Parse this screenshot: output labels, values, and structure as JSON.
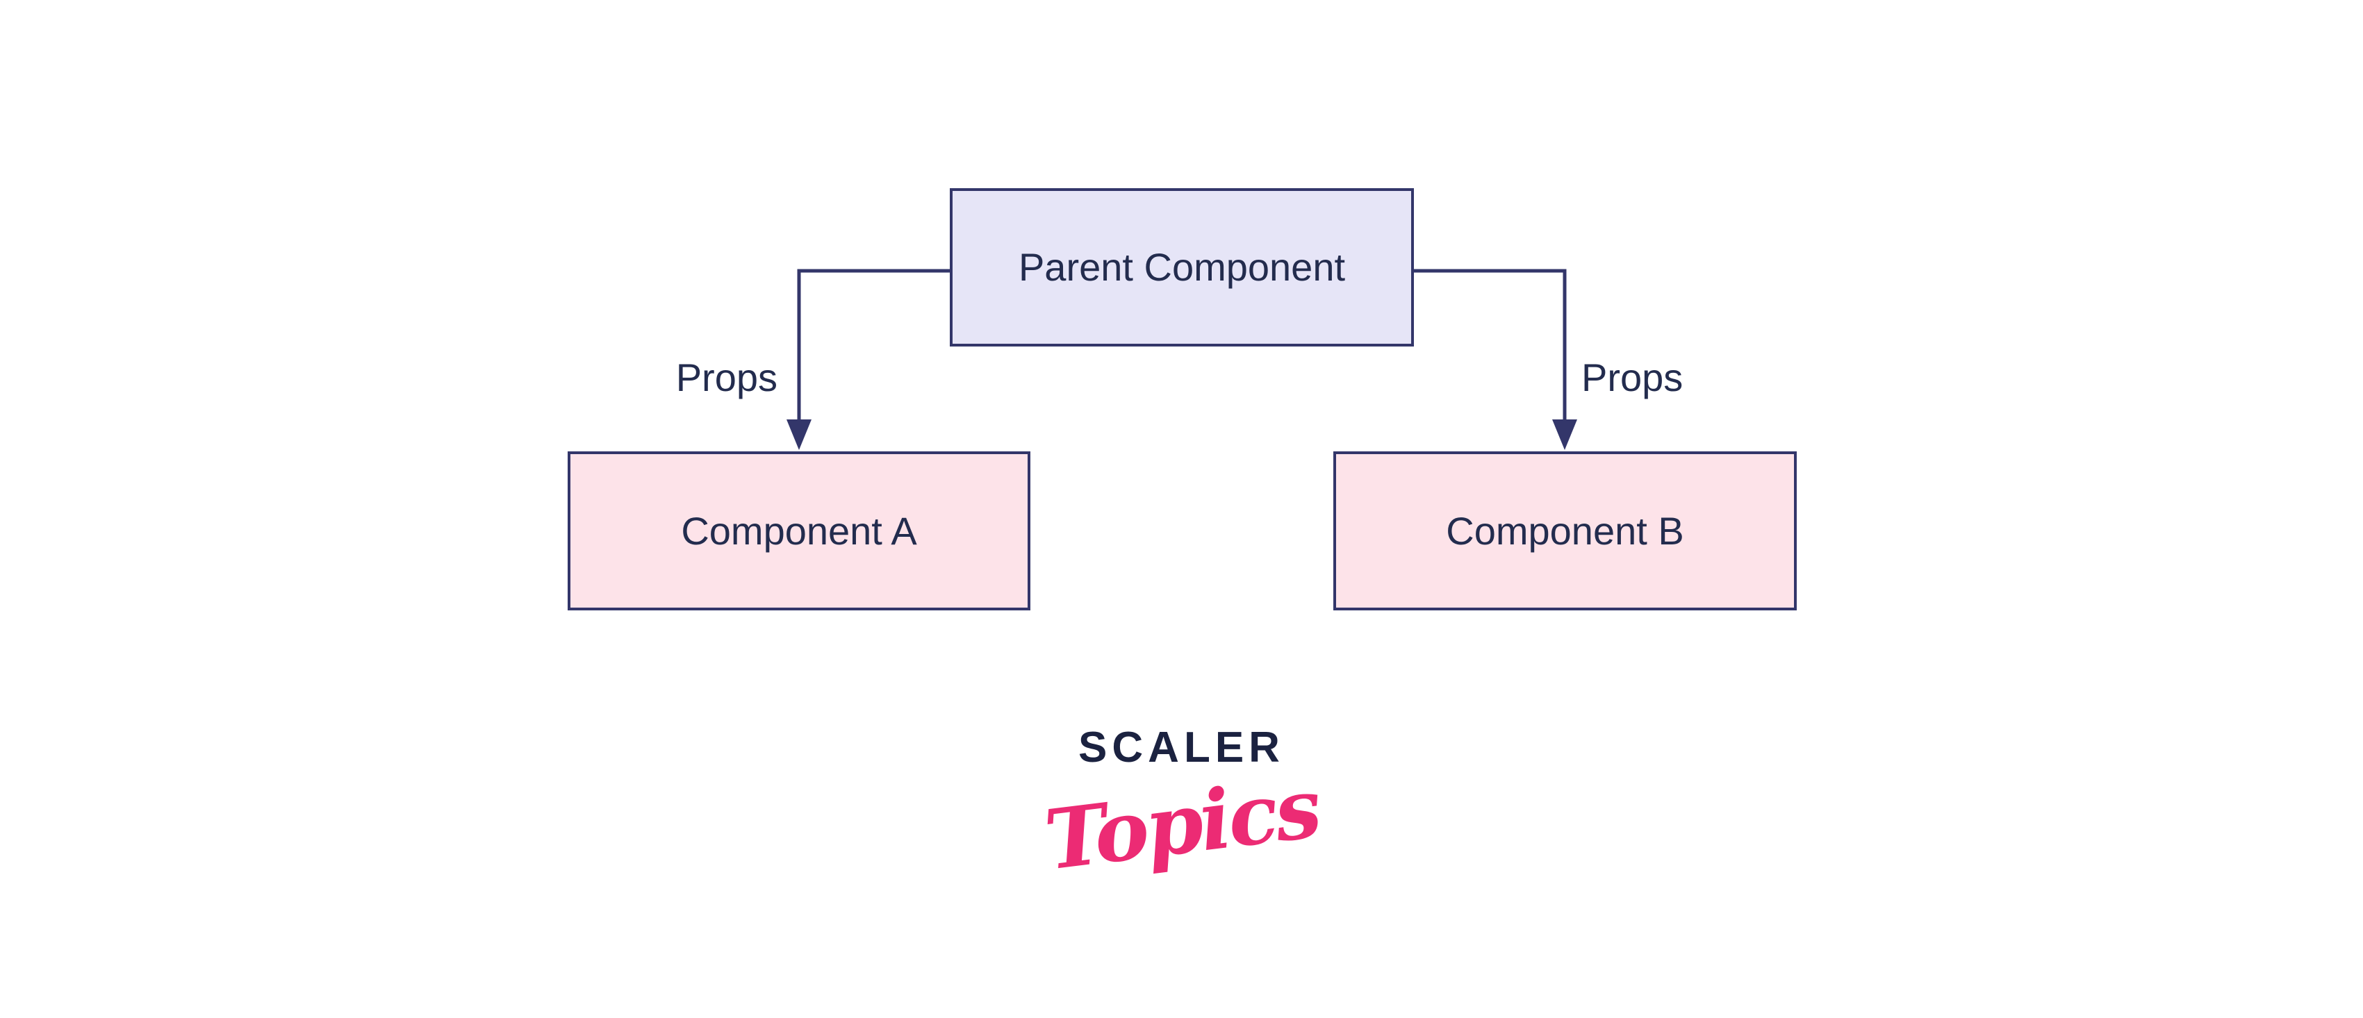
{
  "diagram": {
    "description": "Parent component passing props to two child components",
    "nodes": {
      "parent": {
        "label": "Parent Component"
      },
      "child_a": {
        "label": "Component A"
      },
      "child_b": {
        "label": "Component B"
      }
    },
    "edges": {
      "left": {
        "label": "Props",
        "from": "parent",
        "to": "child_a"
      },
      "right": {
        "label": "Props",
        "from": "parent",
        "to": "child_b"
      }
    }
  },
  "logo": {
    "brand": "SCALER",
    "sub": "Topics"
  },
  "colors": {
    "background": "#ffffff",
    "node_border": "#33366a",
    "node_text": "#232c4e",
    "parent_fill": "#e6e5f7",
    "child_fill": "#fde3e9",
    "connector": "#33366a",
    "logo_navy": "#1b2240",
    "logo_pink": "#ec2b74"
  }
}
